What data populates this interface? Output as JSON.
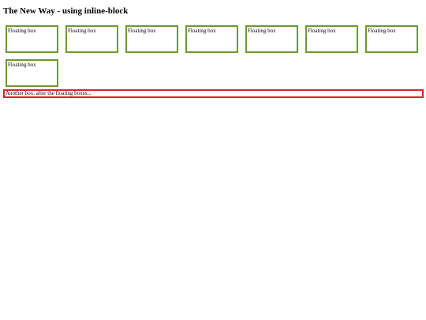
{
  "page": {
    "heading": "The New Way - using inline-block"
  },
  "boxes": {
    "items": [
      {
        "label": "Floating box"
      },
      {
        "label": "Floating box"
      },
      {
        "label": "Floating box"
      },
      {
        "label": "Floating box"
      },
      {
        "label": "Floating box"
      },
      {
        "label": "Floating box"
      },
      {
        "label": "Floating box"
      },
      {
        "label": "Floating box"
      }
    ]
  },
  "after": {
    "text": "Another box, after the floating boxes..."
  },
  "colors": {
    "box_border": "#6b9a2f",
    "after_border": "#d9242e"
  }
}
